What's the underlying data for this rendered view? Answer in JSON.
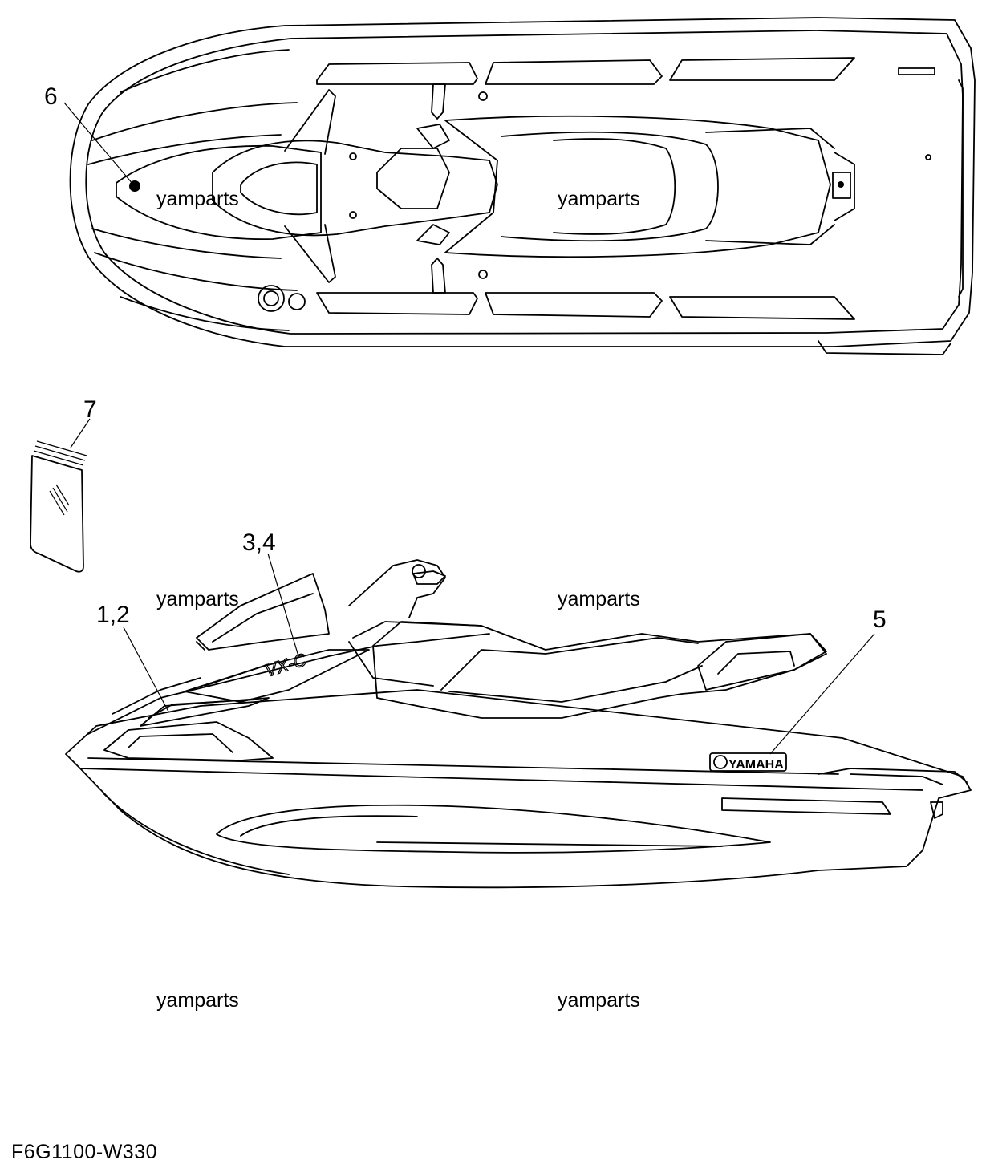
{
  "diagram": {
    "callouts": {
      "c6": "6",
      "c7": "7",
      "c34": "3,4",
      "c12": "1,2",
      "c5": "5"
    },
    "watermarks": [
      "yamparts",
      "yamparts",
      "yamparts",
      "yamparts",
      "yamparts",
      "yamparts"
    ],
    "decal_text": {
      "model": "VX-C",
      "brand": "YAMAHA"
    },
    "part_code": "F6G1100-W330"
  }
}
